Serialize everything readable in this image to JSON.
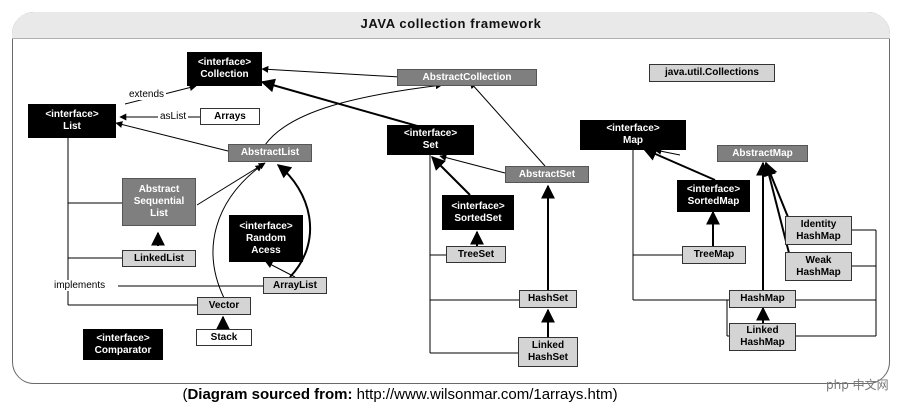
{
  "title": "JAVA collection framework",
  "interface_tag": "<interface>",
  "nodes": {
    "collection": "Collection",
    "list": "List",
    "abstract_collection": "AbstractCollection",
    "arrays": "Arrays",
    "abstract_list": "AbstractList",
    "set": "Set",
    "abstract_set": "AbstractSet",
    "abstract_sequential_list": [
      "Abstract",
      "Sequential",
      "List"
    ],
    "random_access": [
      "Random",
      "Acess"
    ],
    "linked_list": "LinkedList",
    "array_list": "ArrayList",
    "vector": "Vector",
    "stack": "Stack",
    "sorted_set": "SortedSet",
    "tree_set": "TreeSet",
    "hash_set": "HashSet",
    "linked_hash_set": [
      "Linked",
      "HashSet"
    ],
    "collections_util": "java.util.Collections",
    "map": "Map",
    "abstract_map": "AbstractMap",
    "sorted_map": "SortedMap",
    "tree_map": "TreeMap",
    "identity_hash_map": [
      "Identity",
      "HashMap"
    ],
    "weak_hash_map": [
      "Weak",
      "HashMap"
    ],
    "hash_map": "HashMap",
    "linked_hash_map": [
      "Linked",
      "HashMap"
    ],
    "comparator": "Comparator"
  },
  "labels": {
    "extends": "extends",
    "as_list": "asList",
    "implements": "implements"
  },
  "footer": {
    "open_paren": "(",
    "prefix": "Diagram sourced from:",
    "url": " http://www.wilsonmar.com/1arrays.htm",
    "close_paren": ")"
  },
  "watermark": "php 中文网"
}
